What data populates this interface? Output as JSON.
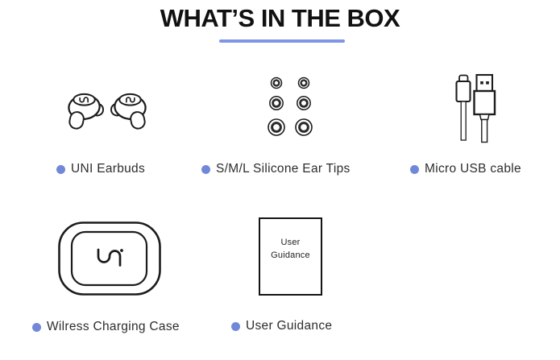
{
  "title": "WHAT’S IN THE BOX",
  "colors": {
    "background": "#ffffff",
    "title_text": "#111111",
    "title_underline": "#7e96e4",
    "bullet": "#7188d9",
    "label_text": "#2d2d2d",
    "line_art": "#1c1c1c"
  },
  "items": [
    {
      "name": "earbuds",
      "label": "UNI Earbuds"
    },
    {
      "name": "ear_tips",
      "label": "S/M/L Silicone Ear Tips"
    },
    {
      "name": "usb_cable",
      "label": "Micro USB cable"
    },
    {
      "name": "charging_case",
      "label": "Wilress Charging Case"
    },
    {
      "name": "user_guidance",
      "label": "User Guidance"
    }
  ],
  "booklet": {
    "line1": "User",
    "line2": "Guidance"
  }
}
